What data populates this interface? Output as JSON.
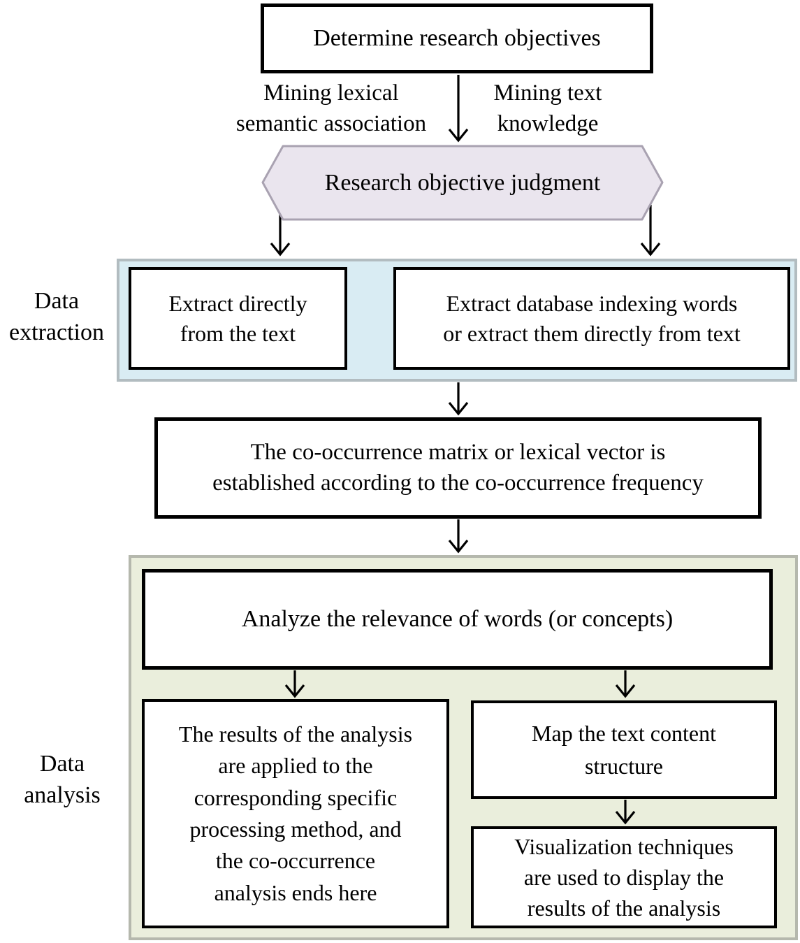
{
  "colors": {
    "background": "#ffffff",
    "hexagon_fill": "#eae5ee",
    "hexagon_border": "#a9a2b1",
    "extraction_section_fill": "#d9ecf3",
    "extraction_section_border": "#b2bcc0",
    "analysis_section_fill": "#eaeedc",
    "analysis_section_border": "#b5b8ad",
    "box_fill": "#ffffff",
    "box_border": "#000000",
    "arrow_color": "#000000"
  },
  "nodes": {
    "determine_objectives": "Determine research objectives",
    "objective_judgment": "Research objective judgment",
    "extract_from_text": [
      "Extract directly",
      "from the text"
    ],
    "extract_database": [
      "Extract database indexing words",
      "or extract them directly from text"
    ],
    "cooccurrence_matrix": [
      "The co-occurrence matrix or lexical vector is",
      "established according to the co-occurrence frequency"
    ],
    "analyze_relevance": "Analyze the relevance of words (or concepts)",
    "apply_results": [
      "The results of the analysis",
      "are applied to the",
      "corresponding specific",
      "processing method, and",
      "the co-occurrence",
      "analysis ends here"
    ],
    "map_structure": [
      "Map the text content",
      "structure"
    ],
    "visualization": [
      "Visualization techniques",
      "are used to display the",
      "results of the analysis"
    ]
  },
  "edge_labels": {
    "mining_lexical": [
      "Mining lexical",
      "semantic association"
    ],
    "mining_text": [
      "Mining text",
      "knowledge"
    ]
  },
  "section_labels": {
    "extraction": [
      "Data",
      "extraction"
    ],
    "analysis": [
      "Data",
      "analysis"
    ]
  }
}
